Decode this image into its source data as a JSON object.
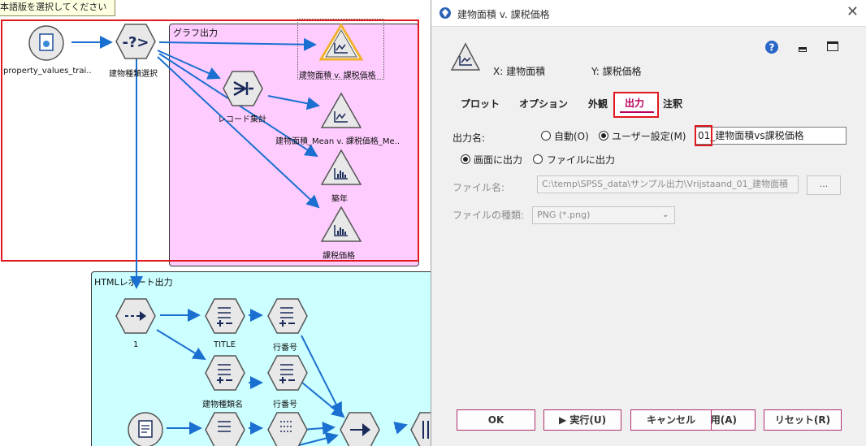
{
  "canvas": {
    "tooltip": "本語版を選択してください",
    "region_graph_title": "グラフ出力",
    "region_html_title": "HTMLレポート出力",
    "nodes": {
      "source": "property_values_trai..",
      "select": "建物種類選択",
      "aggregate": "レコード集計",
      "plot1": "建物面積 v. 課税価格",
      "plot2": "建物面積_Mean v. 課税価格_Me..",
      "hist1": "築年",
      "hist2": "課税価格",
      "n1": "1",
      "title": "TITLE",
      "rownum1": "行番号",
      "buildtype": "建物種類名",
      "rownum2": "行番号"
    },
    "colors": {
      "graph_region": "#ffccff",
      "html_region": "#ccffff",
      "highlight": "#e0191e",
      "arrow": "#1a6fd0"
    }
  },
  "dialog": {
    "title": "建物面積 v. 課税価格",
    "help_icon": "help-icon",
    "x_label": "X: 建物面積",
    "y_label": "Y: 課税価格",
    "tabs": [
      "プロット",
      "オプション",
      "外観",
      "出力",
      "注釈"
    ],
    "active_tab": "出力",
    "output_name_label": "出力名:",
    "auto_label": "自動(O)",
    "custom_label": "ユーザー設定(M)",
    "output_name_value": "01_建物面積vs課税価格",
    "to_screen": "画面に出力",
    "to_file": "ファイルに出力",
    "file_name_label": "ファイル名:",
    "file_name_value": "C:\\temp\\SPSS_data\\サンプル出力\\Vrijstaand_01_建物面積",
    "browse_label": "...",
    "file_type_label": "ファイルの種類:",
    "file_type_value": "PNG (*.png)",
    "buttons": {
      "ok": "OK",
      "run": "▶ 実行(U)",
      "cancel": "キャンセル",
      "apply": "適用(A)",
      "reset": "リセット(R)"
    }
  }
}
